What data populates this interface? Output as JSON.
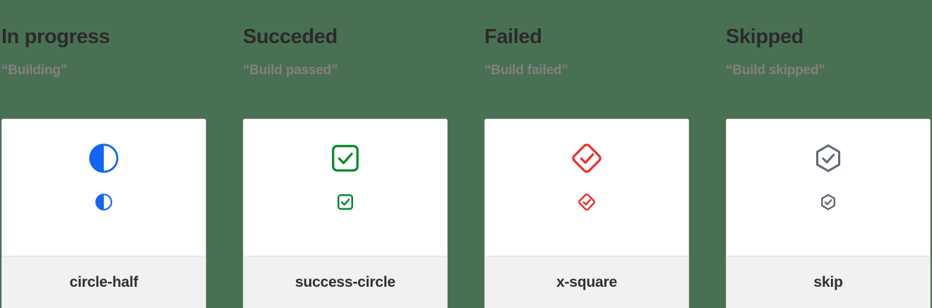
{
  "page": {
    "background_color": "#4a7053"
  },
  "columns": [
    {
      "heading": "In progress",
      "subheading": "“Building”",
      "icon_name": "circle-half-icon",
      "icon_color": "#1565f5",
      "card_label": "circle-half"
    },
    {
      "heading": "Succeded",
      "subheading": "“Build passed”",
      "icon_name": "success-circle-icon",
      "icon_color": "#028a2e",
      "card_label": "success-circle"
    },
    {
      "heading": "Failed",
      "subheading": "“Build failed”",
      "icon_name": "x-square-icon",
      "icon_color": "#e8312b",
      "card_label": "x-square"
    },
    {
      "heading": "Skipped",
      "subheading": "“Build skipped”",
      "icon_name": "skip-icon",
      "icon_color": "#636878",
      "card_label": "skip"
    }
  ]
}
